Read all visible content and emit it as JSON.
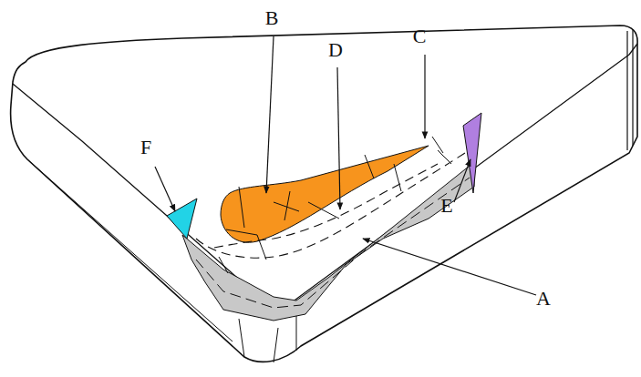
{
  "diagram": {
    "labels": [
      "B",
      "D",
      "C",
      "F",
      "E",
      "A"
    ]
  }
}
